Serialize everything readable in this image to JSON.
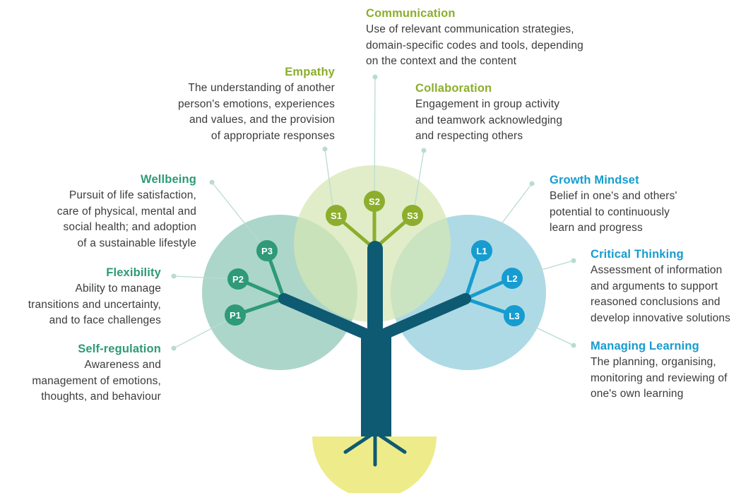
{
  "colors": {
    "personal": "#2e9a77",
    "social": "#8cae2c",
    "learning": "#169ccf",
    "trunk": "#0e5a73",
    "root_area": "#eeec8a",
    "circle_personal": "#a3d2c3",
    "circle_social": "#d6e6b3",
    "circle_learning": "#a5d6e2"
  },
  "competences": {
    "communication": {
      "title": "Communication",
      "desc": "Use of relevant communication strategies,\ndomain-specific codes and tools, depending\non the context and the content"
    },
    "empathy": {
      "title": "Empathy",
      "desc": "The understanding of another\nperson's emotions, experiences\nand values, and the provision\nof appropriate responses"
    },
    "collaboration": {
      "title": "Collaboration",
      "desc": "Engagement in group activity\nand teamwork acknowledging\nand respecting others"
    },
    "wellbeing": {
      "title": "Wellbeing",
      "desc": "Pursuit of life satisfaction,\ncare of physical, mental and\nsocial health; and adoption\nof a sustainable lifestyle"
    },
    "flexibility": {
      "title": "Flexibility",
      "desc": "Ability to manage\ntransitions and uncertainty,\nand to face challenges"
    },
    "self_regulation": {
      "title": "Self-regulation",
      "desc": "Awareness and\nmanagement of emotions,\nthoughts, and behaviour"
    },
    "growth_mindset": {
      "title": "Growth Mindset",
      "desc": "Belief in one's and others'\npotential to continuously\nlearn and progress"
    },
    "critical_thinking": {
      "title": "Critical Thinking",
      "desc": "Assessment of information\nand arguments to support\nreasoned conclusions and\ndevelop innovative solutions"
    },
    "managing_learning": {
      "title": "Managing Learning",
      "desc": "The planning, organising,\nmonitoring and reviewing of\none's own learning"
    }
  },
  "nodes": {
    "p1": "P1",
    "p2": "P2",
    "p3": "P3",
    "s1": "S1",
    "s2": "S2",
    "s3": "S3",
    "l1": "L1",
    "l2": "L2",
    "l3": "L3"
  }
}
